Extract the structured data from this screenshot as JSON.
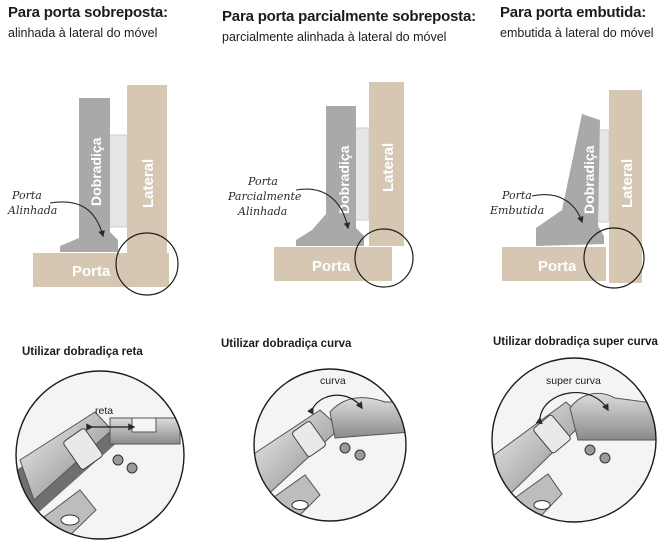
{
  "panels": [
    {
      "title": "Para porta sobreposta:",
      "subtitle": "alinhada à lateral do móvel",
      "hinge_label": "Dobradiça",
      "side_label": "Lateral",
      "door_label": "Porta",
      "note_line1": "Porta",
      "note_line2": "Alinhada"
    },
    {
      "title": "Para porta parcialmente sobreposta:",
      "subtitle": "parcialmente alinhada à lateral do móvel",
      "hinge_label": "Dobradiça",
      "side_label": "Lateral",
      "door_label": "Porta",
      "note_line1": "Porta",
      "note_line2": "Parcialmente",
      "note_line3": "Alinhada"
    },
    {
      "title": "Para porta embutida:",
      "subtitle": "embutida à lateral do móvel",
      "hinge_label": "Dobradiça",
      "side_label": "Lateral",
      "door_label": "Porta",
      "note_line1": "Porta",
      "note_line2": "Embutida"
    }
  ],
  "hinges": [
    {
      "label": "Utilizar dobradiça reta",
      "callout": "reta"
    },
    {
      "label": "Utilizar dobradiça curva",
      "callout": "curva"
    },
    {
      "label": "Utilizar dobradiça super curva",
      "callout": "super curva"
    }
  ],
  "colors": {
    "wood": "#d6c7b3",
    "hinge_gray": "#a9a9a9",
    "hinge_light": "#e6e6e6",
    "outline": "#2b2b2b"
  }
}
